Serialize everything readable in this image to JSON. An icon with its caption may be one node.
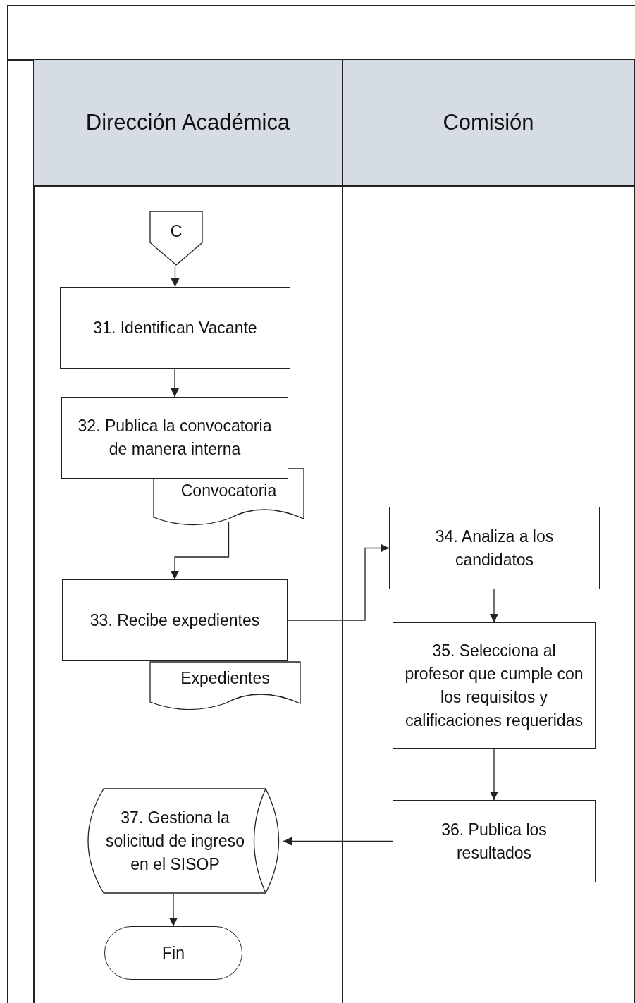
{
  "diagram": {
    "nodes": [
      {
        "text": [
          "Dirección Académica"
        ]
      },
      {
        "text": [
          "Comisión"
        ]
      },
      {
        "text": [
          "C"
        ],
        "in": 0
      },
      {
        "text": [
          "31. Identifican Vacante"
        ],
        "in": 0
      },
      {
        "text": [
          "32. Publica la convocatoria de manera interna"
        ],
        "in": 0
      },
      {
        "text": [
          "Convocatoria"
        ],
        "in": 0
      },
      {
        "text": [
          "33. Recibe expedientes"
        ],
        "in": 0
      },
      {
        "text": [
          "Expedientes"
        ],
        "in": 0
      },
      {
        "text": [
          "34. Analiza a los candidatos"
        ],
        "in": 1
      },
      {
        "text": [
          "35. Selecciona al profesor que cumple con los requisitos y calificaciones requeridas"
        ],
        "in": 1
      },
      {
        "text": [
          "36. Publica los resultados"
        ],
        "in": 1
      },
      {
        "text": [
          "37. Gestiona la solicitud de ingreso en el SISOP"
        ],
        "in": 0
      },
      {
        "text": [
          "Fin"
        ],
        "in": 0
      }
    ],
    "edges": [
      {
        "from": 2,
        "to": 3,
        "arrow": "to"
      },
      {
        "from": 3,
        "to": 4,
        "arrow": "to"
      },
      {
        "from": 5,
        "to": 6,
        "arrow": "to"
      },
      {
        "from": 6,
        "to": 8,
        "arrow": "to"
      },
      {
        "from": 8,
        "to": 9,
        "arrow": "to"
      },
      {
        "from": 9,
        "to": 10,
        "arrow": "to"
      },
      {
        "from": 10,
        "to": 11,
        "arrow": "to"
      },
      {
        "from": 11,
        "to": 12,
        "arrow": "to"
      }
    ]
  }
}
